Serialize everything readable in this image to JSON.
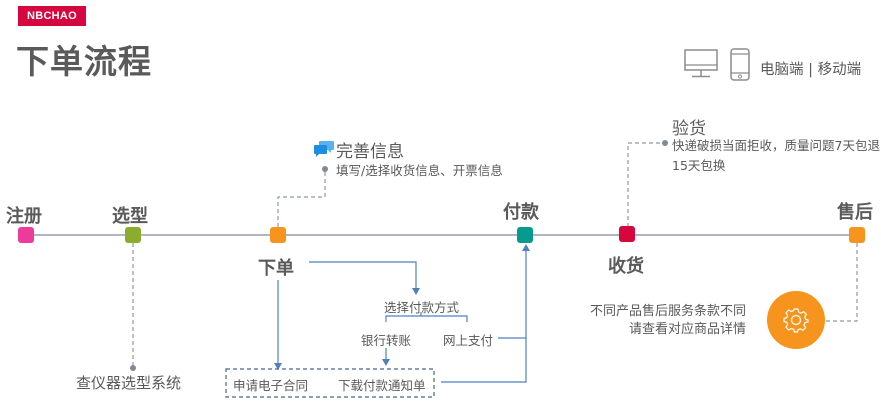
{
  "brand": {
    "logo_text": "NBCHAO",
    "color": "#d6073f"
  },
  "header": {
    "title": "下单流程",
    "platform_label": "电脑端 | 移动端",
    "icons": [
      "desktop-monitor-icon",
      "mobile-phone-icon"
    ]
  },
  "timeline": {
    "line_color": "#7f8a99",
    "stages": [
      {
        "id": "register",
        "label": "注册",
        "color": "#ec3b9a"
      },
      {
        "id": "select",
        "label": "选型",
        "color": "#8cac2f"
      },
      {
        "id": "order",
        "label": "下单",
        "color": "#f7941d"
      },
      {
        "id": "pay",
        "label": "付款",
        "color": "#079b90"
      },
      {
        "id": "receive",
        "label": "收货",
        "color": "#d6073f"
      },
      {
        "id": "aftersale",
        "label": "售后",
        "color": "#f7941d"
      }
    ]
  },
  "callouts": {
    "complete_info": {
      "title": "完善信息",
      "desc": "填写/选择收货信息、开票信息",
      "icon": "chat-bubbles-icon",
      "icon_color": "#1e8fe0"
    },
    "inspection": {
      "title": "验货",
      "desc_line1": "快递破损当面拒收，质量问题7天包退",
      "desc_line2": "15天包换"
    },
    "selection_system": {
      "label": "查仪器选型系统"
    },
    "aftersale_note": {
      "line1": "不同产品售后服务条款不同",
      "line2": "请查看对应商品详情",
      "icon": "gear-icon",
      "icon_bg": "#f7941d"
    }
  },
  "order_flow": {
    "choose_payment": "选择付款方式",
    "bank_transfer": "银行转账",
    "online_payment": "网上支付",
    "apply_contract": "申请电子合同",
    "download_notice": "下载付款通知单",
    "arrow_color": "#4f81bd"
  }
}
